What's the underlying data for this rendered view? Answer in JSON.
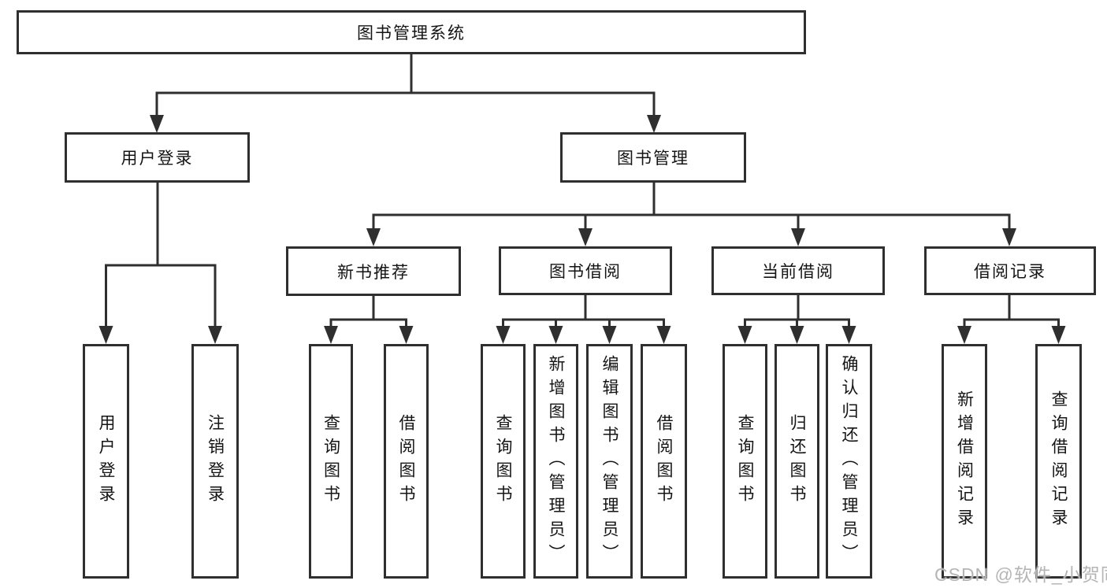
{
  "diagram": {
    "title": "图书管理系统",
    "colors": {
      "line": "#2f2f2f",
      "text": "#141414",
      "background": "#ffffff",
      "watermark": "#b5b5b5"
    },
    "level2": [
      {
        "label": "用户登录"
      },
      {
        "label": "图书管理"
      }
    ],
    "level3": [
      {
        "label": "新书推荐",
        "parent": "图书管理"
      },
      {
        "label": "图书借阅",
        "parent": "图书管理"
      },
      {
        "label": "当前借阅",
        "parent": "图书管理"
      },
      {
        "label": "借阅记录",
        "parent": "图书管理"
      }
    ],
    "leaves": [
      {
        "label": "用户登录",
        "parent": "用户登录"
      },
      {
        "label": "注销登录",
        "parent": "用户登录"
      },
      {
        "label": "查询图书",
        "parent": "新书推荐"
      },
      {
        "label": "借阅图书",
        "parent": "新书推荐"
      },
      {
        "label": "查询图书",
        "parent": "图书借阅"
      },
      {
        "label": "新增图书（管理员）",
        "parent": "图书借阅"
      },
      {
        "label": "编辑图书（管理员）",
        "parent": "图书借阅"
      },
      {
        "label": "借阅图书",
        "parent": "图书借阅"
      },
      {
        "label": "查询图书",
        "parent": "当前借阅"
      },
      {
        "label": "归还图书",
        "parent": "当前借阅"
      },
      {
        "label": "确认归还（管理员）",
        "parent": "当前借阅"
      },
      {
        "label": "新增借阅记录",
        "parent": "借阅记录"
      },
      {
        "label": "查询借阅记录",
        "parent": "借阅记录"
      }
    ]
  },
  "watermark": {
    "text": "CSDN @软件_小贺同学"
  }
}
